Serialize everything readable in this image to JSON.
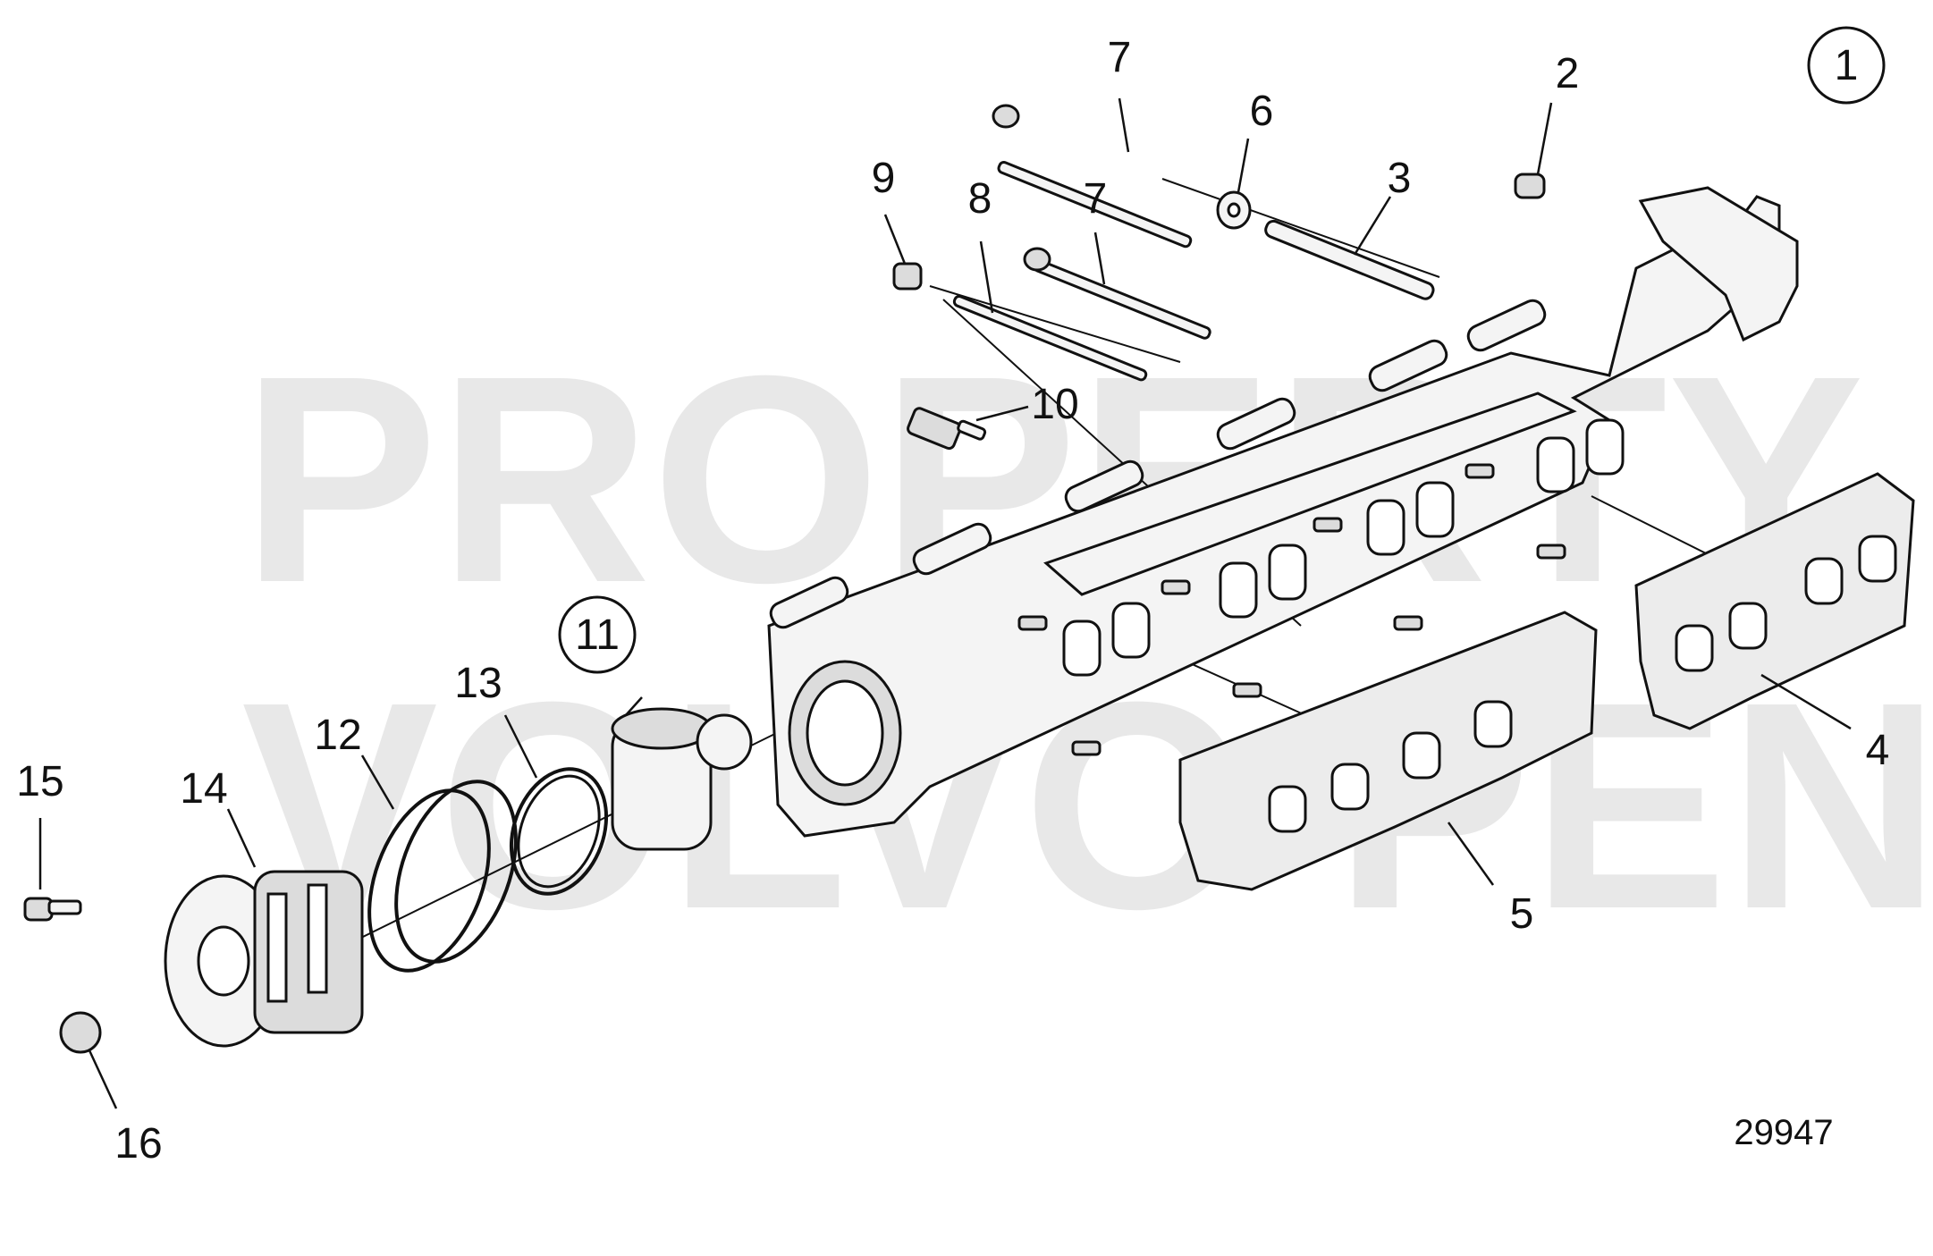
{
  "figure_number": "1",
  "drawing_number": "29947",
  "watermark": [
    "PROPERTY OF",
    "VOLVO PENTA"
  ],
  "callouts": {
    "c2": "2",
    "c3": "3",
    "c4": "4",
    "c5": "5",
    "c6": "6",
    "c7a": "7",
    "c7b": "7",
    "c8": "8",
    "c9": "9",
    "c10": "10",
    "c11": "11",
    "c12": "12",
    "c13": "13",
    "c14": "14",
    "c15": "15",
    "c16": "16"
  }
}
